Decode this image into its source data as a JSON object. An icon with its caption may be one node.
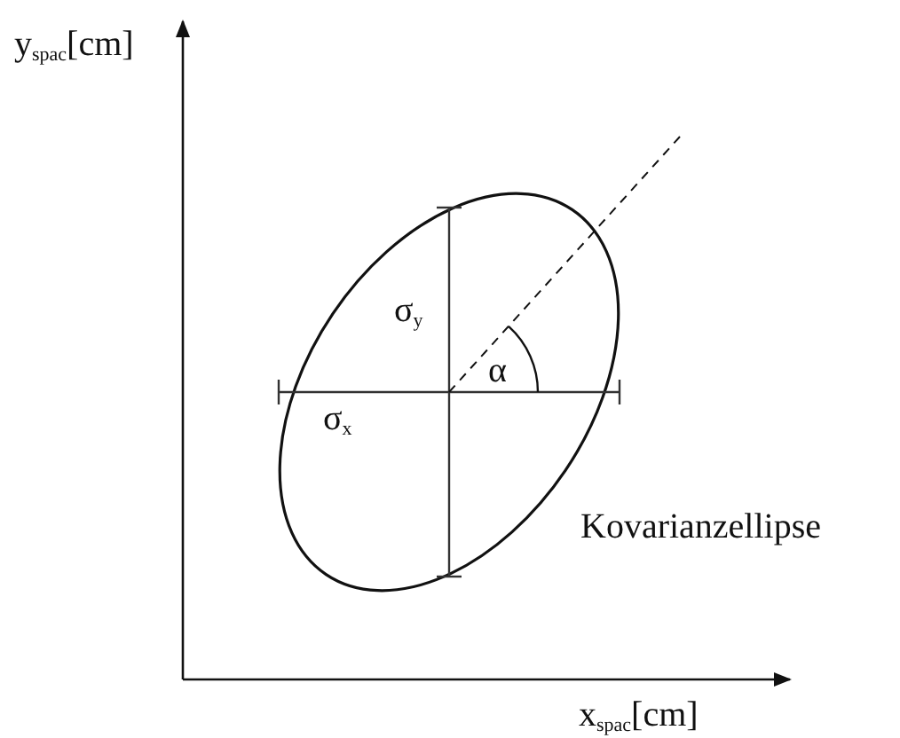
{
  "diagram": {
    "labels": [
      "y$_{spac}$[cm]",
      "σ$_{y}$",
      "α",
      "σ$_{x}$",
      "Kovarianzellipse",
      "x$_{spac}$[cm]"
    ]
  }
}
